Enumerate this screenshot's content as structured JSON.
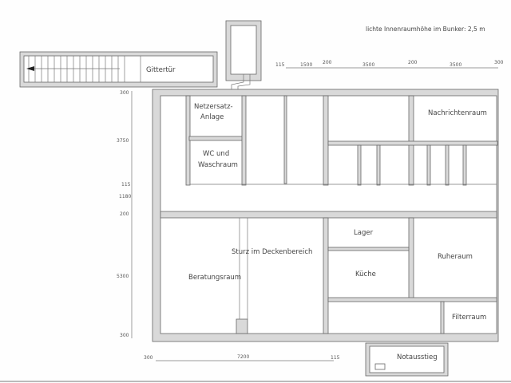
{
  "header": {
    "note": "lichte Innenraumhöhe im Bunker: 2,5 m"
  },
  "rooms": {
    "gittertuer": "Gittertür",
    "netzersatz": "Netzersatz-",
    "netzersatz2": "Anlage",
    "wc": "WC und",
    "wc2": "Waschraum",
    "nachrichtenraum": "Nachrichtenraum",
    "sturz": "Sturz im Deckenbereich",
    "beratungsraum": "Beratungsraum",
    "lager": "Lager",
    "kueche": "Küche",
    "ruheraum": "Ruheraum",
    "filterraum": "Filterraum",
    "notausstieg": "Notausstieg"
  },
  "dimensions": {
    "top": [
      "115",
      "1500",
      "200",
      "3500",
      "200",
      "3500",
      "300"
    ],
    "left": [
      "300",
      "3750",
      "115",
      "1180",
      "200",
      "5300",
      "300"
    ],
    "bottom": [
      "300",
      "7200",
      "115"
    ]
  },
  "colors": {
    "wall": "#d9d9d9",
    "line": "#666666"
  }
}
